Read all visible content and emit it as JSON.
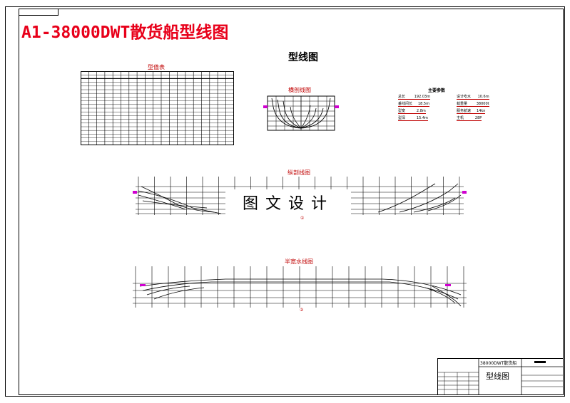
{
  "document": {
    "main_title": "A1-38000DWT散货船型线图",
    "sheet_title": "型线图",
    "watermark": "图文设计"
  },
  "sections": {
    "offset_table_title": "型值表",
    "body_plan_title": "横剖线图",
    "profile_title": "纵剖线图",
    "half_breadth_title": "半宽水线图"
  },
  "params": {
    "title": "主要参数",
    "rows": [
      {
        "k1": "总长",
        "v1": "192.03m",
        "k2": "设计吃水",
        "v2": "10.6m"
      },
      {
        "k1": "垂线间长",
        "v1": "18.5m",
        "k2": "载重量",
        "v2": "38000t"
      },
      {
        "k1": "型宽",
        "v1": "2.8m",
        "k2": "服务航速",
        "v2": "14kn"
      },
      {
        "k1": "型深",
        "v1": "15.4m",
        "k2": "主机",
        "v2": "28P"
      }
    ]
  },
  "markers": {
    "profile_mark": "①",
    "half_breadth_mark": "②"
  },
  "title_block": {
    "ship_name": "38000DWT散货船",
    "drawing_name": "型线图"
  },
  "colors": {
    "title_red": "#e8001a",
    "section_red": "#c00000",
    "accent_magenta": "#d000d0"
  }
}
